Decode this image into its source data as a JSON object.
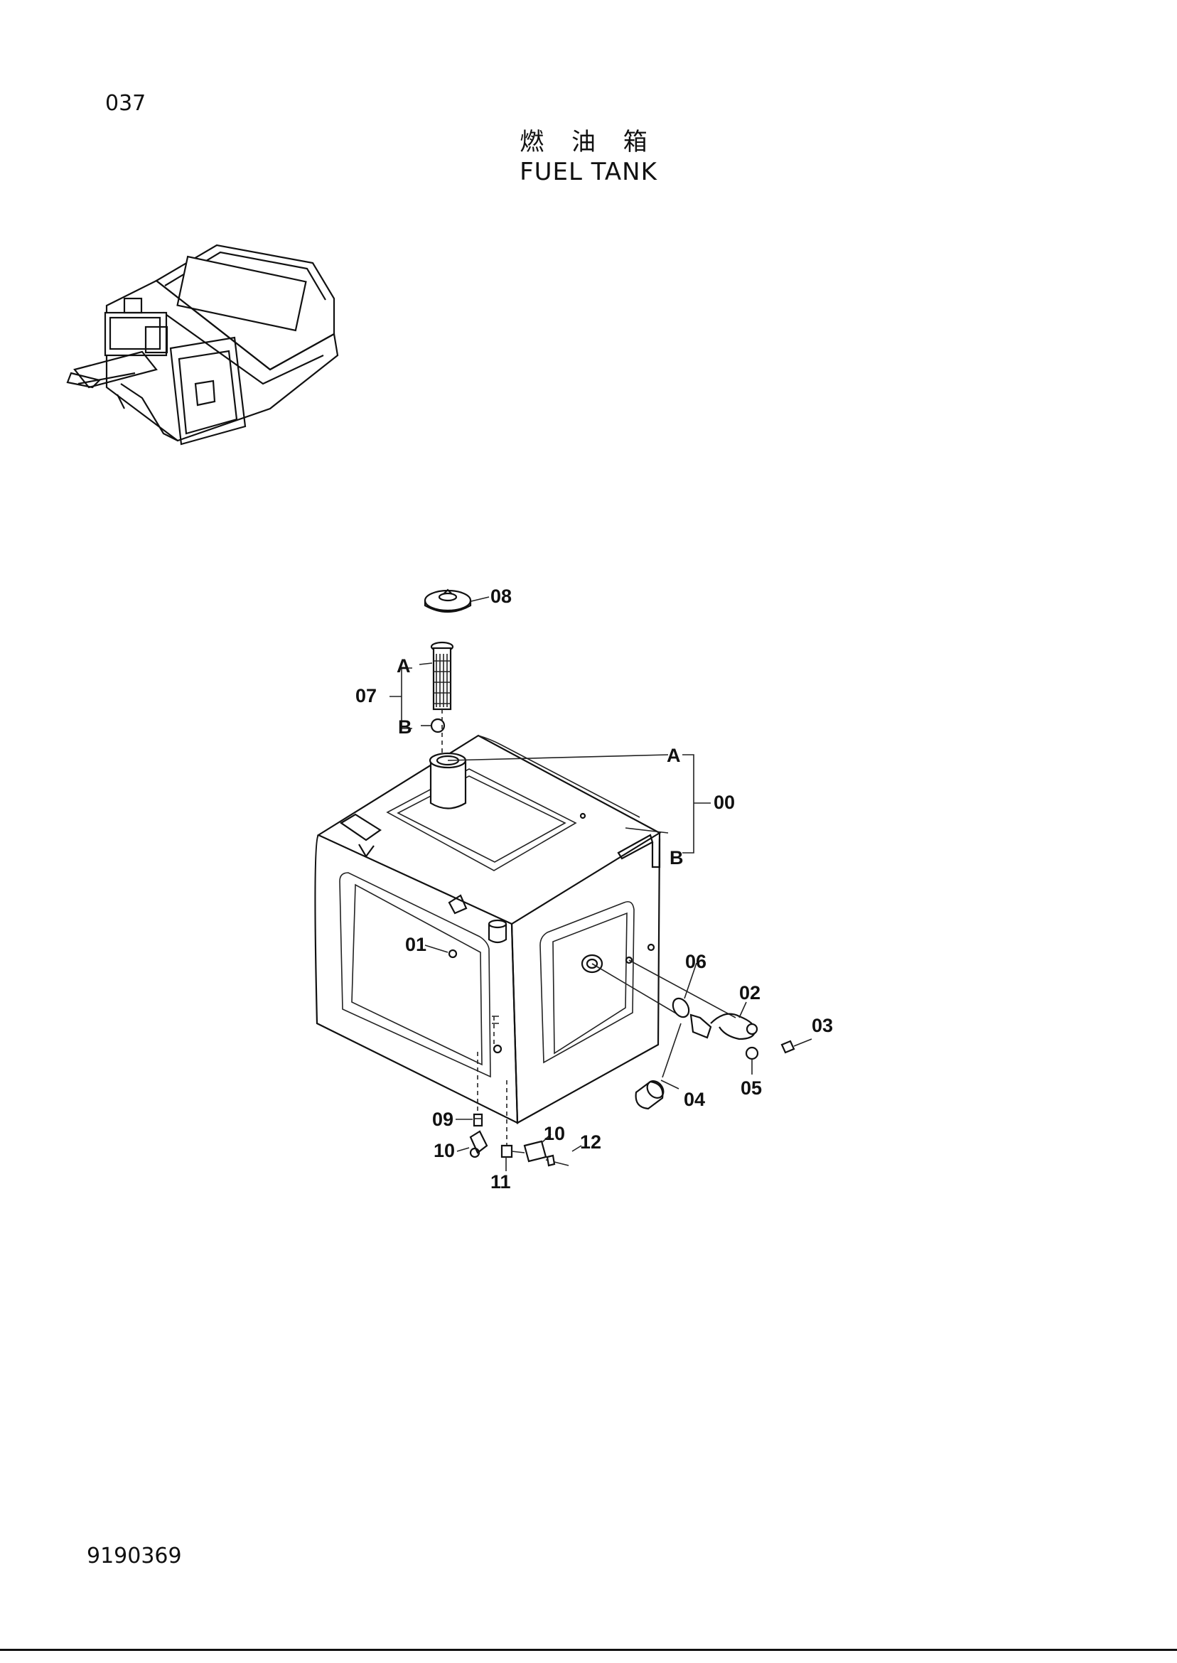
{
  "page": {
    "page_number": "037",
    "title_chinese": "燃 油 箱",
    "title_english": "FUEL TANK",
    "drawing_number": "9190369"
  },
  "callouts": {
    "c00": "00",
    "c01": "01",
    "c02": "02",
    "c03": "03",
    "c04": "04",
    "c05": "05",
    "c06": "06",
    "c07": "07",
    "c08": "08",
    "c09": "09",
    "c10a": "10",
    "c10b": "10",
    "c11": "11",
    "c12": "12",
    "a_top": "A",
    "b_top": "B",
    "a_tank": "A",
    "b_tank": "B"
  }
}
